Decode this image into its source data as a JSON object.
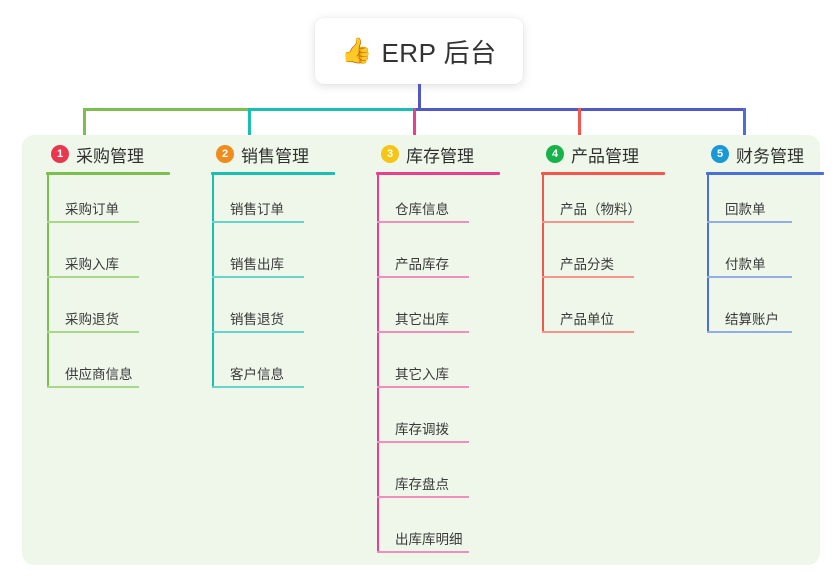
{
  "root": {
    "icon": "thumbs-up-icon",
    "icon_glyph": "👍",
    "title": "ERP 后台"
  },
  "panel": {
    "background": "#eef7ea"
  },
  "connector": {
    "stem_color": "#5159c7",
    "segments": [
      {
        "from": "col1",
        "to": "col2",
        "color": "#7cbf4f"
      },
      {
        "from": "col2",
        "to": "col3",
        "color": "#19bfb1"
      },
      {
        "from": "col3",
        "to": "col5",
        "color": "#5159c7"
      }
    ]
  },
  "columns": [
    {
      "number": "1",
      "title": "采购管理",
      "badge_color": "#e8384f",
      "line_color": "#7cbf4f",
      "item_line_color": "#a8d78a",
      "stub_color": "#7cbf4f",
      "items": [
        {
          "label": "采购订单"
        },
        {
          "label": "采购入库"
        },
        {
          "label": "采购退货"
        },
        {
          "label": "供应商信息"
        }
      ]
    },
    {
      "number": "2",
      "title": "销售管理",
      "badge_color": "#f08c1e",
      "line_color": "#19bfb1",
      "item_line_color": "#66d4cb",
      "stub_color": "#19bfb1",
      "items": [
        {
          "label": "销售订单"
        },
        {
          "label": "销售出库"
        },
        {
          "label": "销售退货"
        },
        {
          "label": "客户信息"
        }
      ]
    },
    {
      "number": "3",
      "title": "库存管理",
      "badge_color": "#f5c518",
      "line_color": "#e8408f",
      "item_line_color": "#ef8fbb",
      "stub_color": "#e8408f",
      "items": [
        {
          "label": "仓库信息"
        },
        {
          "label": "产品库存"
        },
        {
          "label": "其它出库"
        },
        {
          "label": "其它入库"
        },
        {
          "label": "库存调拨"
        },
        {
          "label": "库存盘点"
        },
        {
          "label": "出库库明细"
        }
      ]
    },
    {
      "number": "4",
      "title": "产品管理",
      "badge_color": "#17b24b",
      "line_color": "#f4564e",
      "item_line_color": "#f7948e",
      "stub_color": "#f4564e",
      "items": [
        {
          "label": "产品（物料）"
        },
        {
          "label": "产品分类"
        },
        {
          "label": "产品单位"
        }
      ]
    },
    {
      "number": "5",
      "title": "财务管理",
      "badge_color": "#1899d6",
      "line_color": "#4a6fd6",
      "item_line_color": "#93aee5",
      "stub_color": "#4a6fd6",
      "items": [
        {
          "label": "回款单"
        },
        {
          "label": "付款单"
        },
        {
          "label": "结算账户"
        }
      ]
    }
  ]
}
